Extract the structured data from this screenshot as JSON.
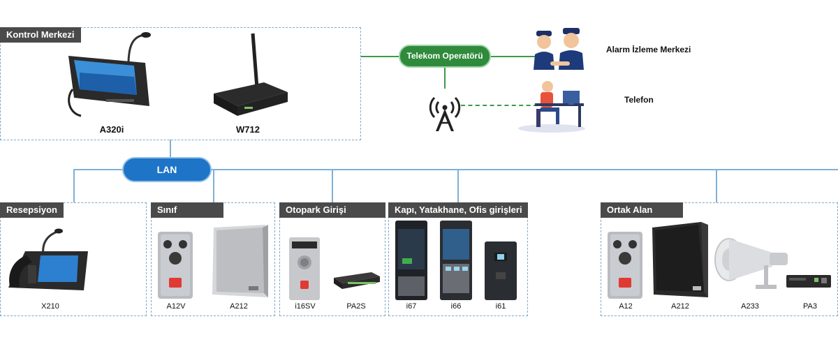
{
  "control_center": {
    "title": "Kontrol Merkezi",
    "devices": [
      {
        "label": "A320i",
        "icon": "video-phone-icon"
      },
      {
        "label": "W712",
        "icon": "wireless-router-icon"
      }
    ]
  },
  "network": {
    "lan_label": "LAN",
    "telecom_label": "Telekom Operatörü",
    "tower_icon": "cell-tower-icon"
  },
  "external": {
    "alarm_label": "Alarm İzleme Merkezi",
    "phone_label": "Telefon"
  },
  "zones": [
    {
      "title": "Resepsiyon",
      "devices": [
        "X210"
      ]
    },
    {
      "title": "Sınıf",
      "devices": [
        "A12V",
        "A212"
      ]
    },
    {
      "title": "Otopark Girişi",
      "devices": [
        "i16SV",
        "PA2S"
      ]
    },
    {
      "title": "Kapı, Yatakhane, Ofis girişleri",
      "devices": [
        "i67",
        "i66",
        "i61"
      ]
    },
    {
      "title": "Ortak Alan",
      "devices": [
        "A12",
        "A212",
        "A233",
        "PA3"
      ]
    }
  ],
  "colors": {
    "lan_blue": "#1e74c6",
    "telecom_green": "#2f8a3c",
    "line_blue": "#7fb0d6",
    "tab_gray": "#4a4a4a"
  }
}
